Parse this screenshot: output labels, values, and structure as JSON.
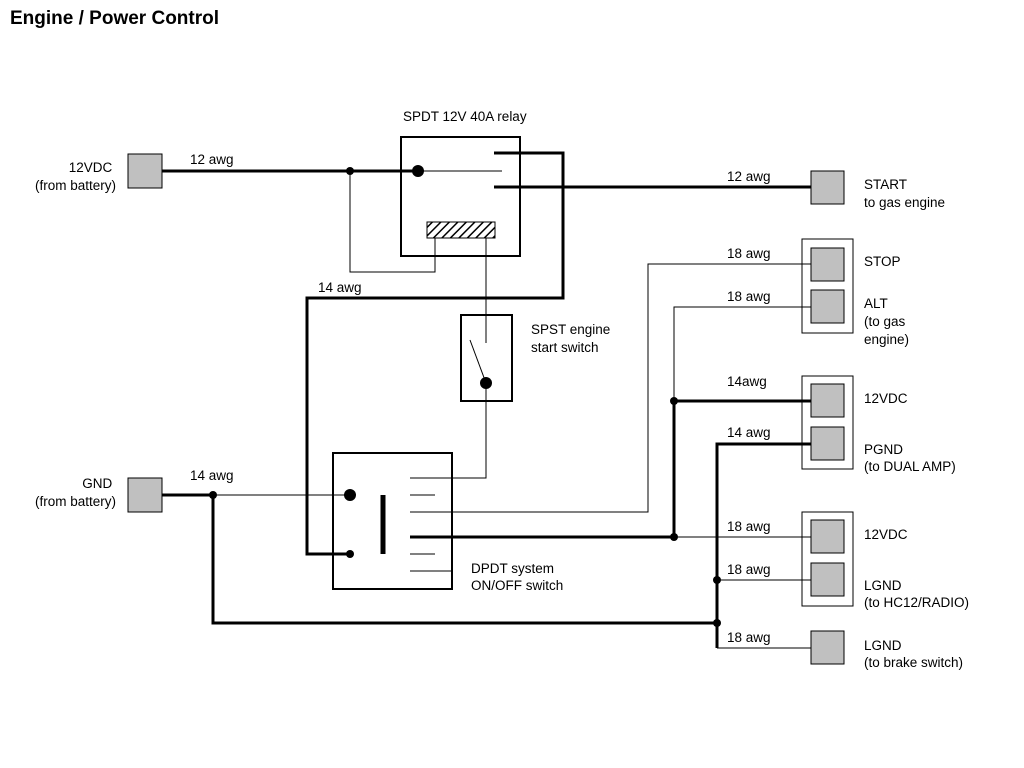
{
  "title": "Engine / Power Control",
  "components": {
    "relay": "SPDT 12V 40A relay",
    "spst_switch": [
      "SPST engine",
      "start switch"
    ],
    "dpdt_switch": [
      "DPDT system",
      "ON/OFF switch"
    ]
  },
  "sources": {
    "battery_12v": [
      "12VDC",
      "(from battery)"
    ],
    "battery_gnd": [
      "GND",
      "(from battery)"
    ]
  },
  "outputs": {
    "start": [
      "START",
      "to gas engine"
    ],
    "stop": [
      "STOP"
    ],
    "alt": [
      "ALT",
      "(to gas",
      "engine)"
    ],
    "amp_12v": [
      "12VDC"
    ],
    "amp_pgnd": [
      "PGND",
      "(to DUAL AMP)"
    ],
    "radio_12v": [
      "12VDC"
    ],
    "radio_lgnd": [
      "LGND",
      "(to HC12/RADIO)"
    ],
    "brake_lgnd": [
      "LGND",
      "(to brake switch)"
    ]
  },
  "wire_labels": {
    "battery_12v": "12 awg",
    "start": "12 awg",
    "relay_to_dpdt": "14 awg",
    "gnd": "14 awg",
    "stop": "18 awg",
    "alt": "18 awg",
    "amp_12v": "14awg",
    "amp_pgnd": "14 awg",
    "radio_12v": "18 awg",
    "radio_lgnd": "18 awg",
    "brake_lgnd": "18 awg"
  }
}
